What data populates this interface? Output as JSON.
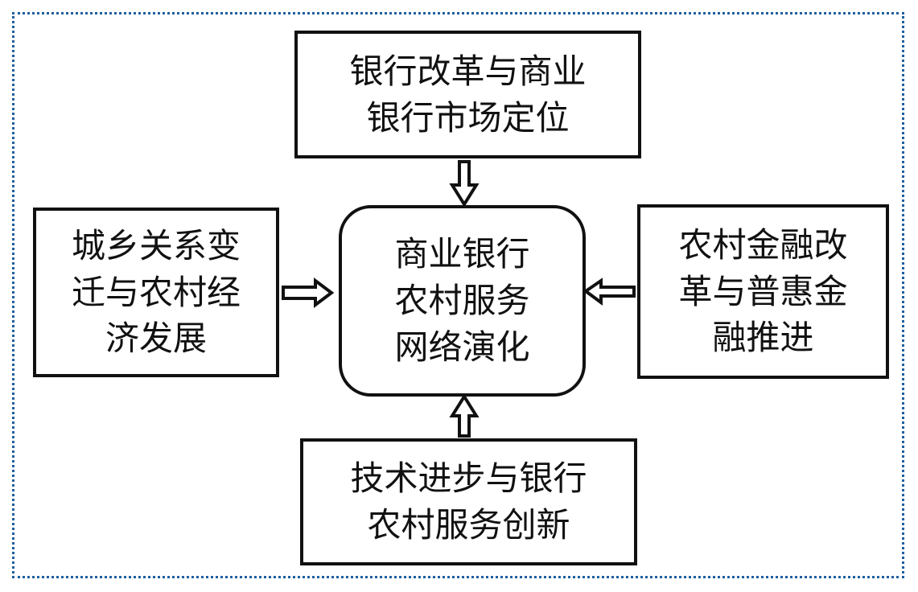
{
  "diagram": {
    "center_node": {
      "lines": [
        "商业银行",
        "农村服务",
        "网络演化"
      ]
    },
    "top_node": {
      "lines": [
        "银行改革与商业",
        "银行市场定位"
      ]
    },
    "left_node": {
      "lines": [
        "城乡关系变",
        "迁与农村经",
        "济发展"
      ]
    },
    "right_node": {
      "lines": [
        "农村金融改",
        "革与普惠金",
        "融推进"
      ]
    },
    "bottom_node": {
      "lines": [
        "技术进步与银行",
        "农村服务创新"
      ]
    },
    "edges": [
      {
        "from": "top_node",
        "to": "center_node"
      },
      {
        "from": "left_node",
        "to": "center_node"
      },
      {
        "from": "right_node",
        "to": "center_node"
      },
      {
        "from": "bottom_node",
        "to": "center_node"
      }
    ],
    "colors": {
      "frame_border": "#1f5f9e",
      "stroke": "#111111",
      "fill": "#ffffff"
    }
  }
}
